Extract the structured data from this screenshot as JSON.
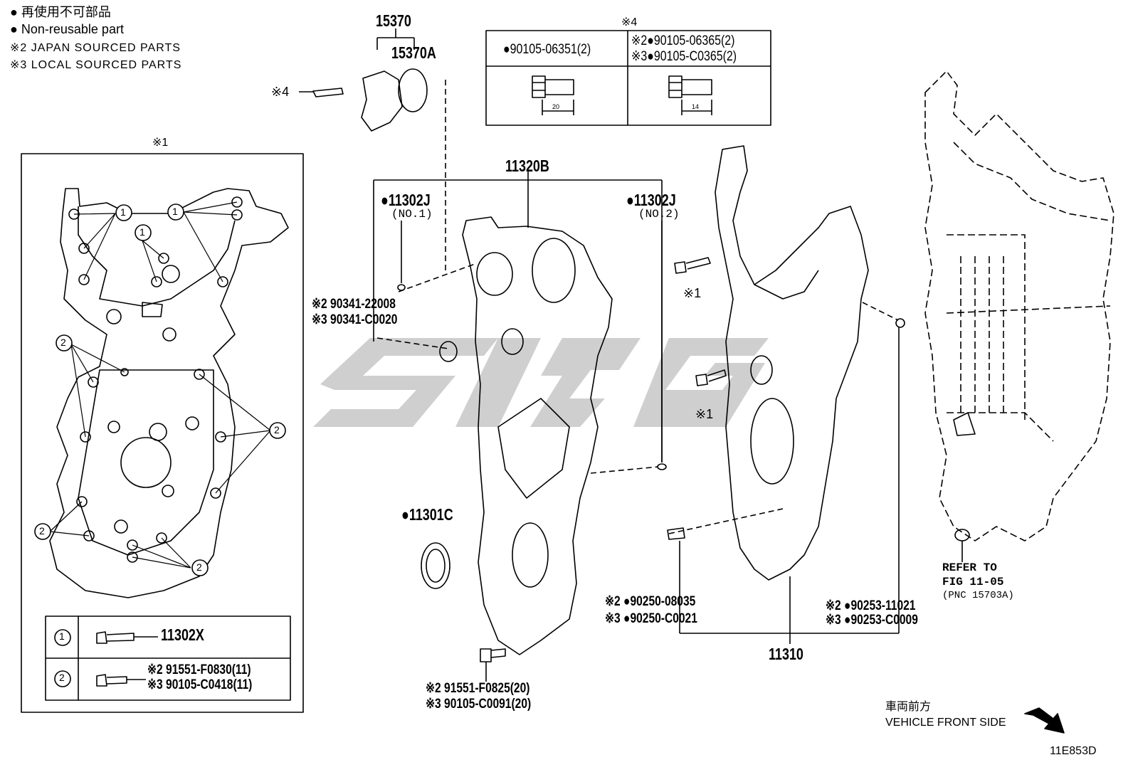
{
  "legend": {
    "line1": "● 再使用不可部品",
    "line2": "● Non-reusable part",
    "line3": "※2 JAPAN SOURCED PARTS",
    "line4": "※3 LOCAL SOURCED PARTS"
  },
  "notes": {
    "note1": "※1",
    "note4": "※4",
    "note4_bolt": "※4",
    "bolt_a": "※1",
    "bolt_b": "※1"
  },
  "bolt_table": {
    "left_part": "●90105-06351(2)",
    "right_line1": "※2●90105-06365(2)",
    "right_line2": "※3●90105-C0365(2)",
    "left_length": "20",
    "right_length": "14"
  },
  "callouts": {
    "c15370": "15370",
    "c15370a": "15370A",
    "c11320b": "11320B",
    "c11302j_1": "●11302J",
    "c11302j_1_sub": "(NO.1)",
    "c11302j_2": "●11302J",
    "c11302j_2_sub": "(NO.2)",
    "c90341_a": "※2 90341-22008",
    "c90341_b": "※3 90341-C0020",
    "c11301c": "●11301C",
    "c91551_a": "※2 91551-F0825(20)",
    "c91551_b": "※3 90105-C0091(20)",
    "c90250_a": "※2 ●90250-08035",
    "c90250_b": "※3 ●90250-C0021",
    "c90253_a": "※2 ●90253-11021",
    "c90253_b": "※3 ●90253-C0009",
    "c11310": "11310",
    "refer1": "REFER TO",
    "refer2": "FIG 11-05",
    "refer3": "(PNC 15703A)"
  },
  "inset_table": {
    "row1_num": "1",
    "row1_part": "11302X",
    "row2_num": "2",
    "row2_part_a": "※2 91551-F0830(11)",
    "row2_part_b": "※3 90105-C0418(11)"
  },
  "circle_labels": [
    "1",
    "1",
    "1",
    "2",
    "2",
    "2",
    "2"
  ],
  "front": {
    "jp": "車両前方",
    "en": "VEHICLE FRONT SIDE"
  },
  "code": "11E853D"
}
